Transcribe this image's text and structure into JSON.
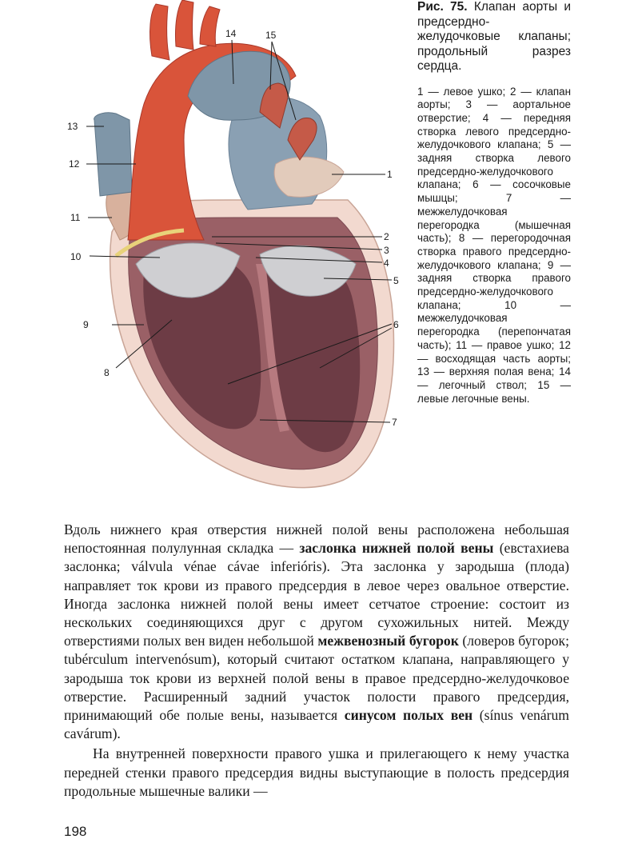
{
  "figure": {
    "label": "Рис. 75.",
    "title": "Клапан аорты и предсердно-желудочковые клапаны; продольный разрез сердца.",
    "legend": "1 — левое ушко; 2 — клапан аорты; 3 — аортальное отверстие; 4 — передняя створка левого предсердно-желудочкового клапана; 5 — задняя створка левого предсердно-желудочкового клапана; 6 — сосочковые мышцы; 7 — межжелудочковая перегородка (мышечная часть); 8 — перегородочная створка правого предсердно-желудочкового клапана; 9 — задняя створка правого предсердно-желудочкового клапана; 10 — межжелудочковая перегородка (перепончатая часть); 11 — правое ушко; 12 — восходящая часть аорты; 13 — верхняя полая вена; 14 — легочный ствол; 15 — левые легочные вены.",
    "callouts": [
      "1",
      "2",
      "3",
      "4",
      "5",
      "6",
      "7",
      "8",
      "9",
      "10",
      "11",
      "12",
      "13",
      "14",
      "15"
    ]
  },
  "paragraph1": {
    "t1": "Вдоль нижнего края отверстия нижней полой вены расположена небольшая непостоянная полулунная складка — ",
    "b1": "заслонка нижней полой вены",
    "t2": " (евстахиева заслонка; válvula vénae cávae inferióris). Эта заслонка у зародыша (плода) направляет ток крови из правого предсердия в левое через овальное отверстие. Иногда заслонка нижней полой вены имеет сетчатое строение: состоит из нескольких соединяющихся друг с другом сухожильных нитей. Между отверстиями полых вен виден небольшой ",
    "b2": "межвенозный бугорок",
    "t3": " (ловеров бугорок; tubérculum intervenósum), который считают остатком клапана, направляющего у зародыша ток крови из верхней полой вены в правое предсердно-желудочковое отверстие. Расширенный задний участок полости правого предсердия, принимающий обе полые вены, называется ",
    "b3": "синусом полых вен",
    "t4": " (sínus venárum cavárum)."
  },
  "paragraph2": {
    "text": "На внутренней поверхности правого ушка и прилегающего к нему участка передней стенки правого предсердия видны выступающие в полость предсердия продольные мышечные валики —"
  },
  "page_number": "198",
  "colors": {
    "aorta": "#d9543a",
    "vein": "#7f96a8",
    "myocardium": "#7c4a52",
    "pericardium": "#f2d9cf",
    "valve": "#cfcfd2"
  }
}
